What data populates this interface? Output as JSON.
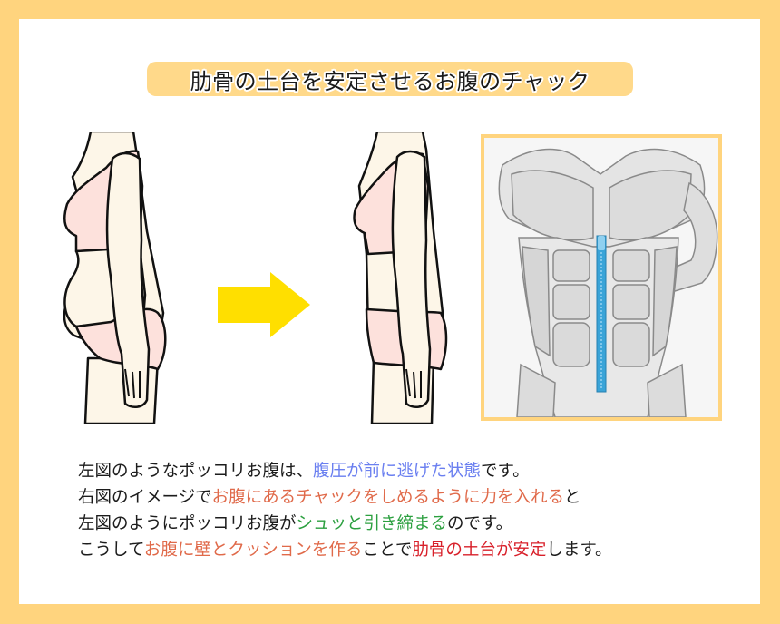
{
  "colors": {
    "frame": "#ffd47e",
    "title_bg": "#ffd98a",
    "arrow": "#ffdf00",
    "skin": "#fdf6e8",
    "underwear": "#fde1dc",
    "zipper": "#3aa4d8",
    "highlight_blue": "#6a7ff0",
    "highlight_orange": "#e06a4a",
    "highlight_green": "#2ca040",
    "highlight_red": "#d8202a"
  },
  "title": "肋骨の土台を安定させるお腹のチャック",
  "figures": {
    "before": "ポッコリお腹の横向きシルエット",
    "arrow": "right-arrow",
    "after": "引き締まったお腹の横向きシルエット",
    "anatomy": "腹筋にチャックが描かれた筋肉図"
  },
  "description": {
    "line1": {
      "a": "左図のようなポッコリお腹は、",
      "b": "腹圧が前に逃げた状態",
      "c": "です。"
    },
    "line2": {
      "a": "右図のイメージで",
      "b": "お腹にあるチャックをしめるように力を入れる",
      "c": "と"
    },
    "line3": {
      "a": "左図のようにポッコリお腹が",
      "b": "シュッと引き締まる",
      "c": "のです。"
    },
    "line4": {
      "a": "こうして",
      "b": "お腹に壁とクッションを作る",
      "c": "ことで",
      "d": "肋骨の土台が安定",
      "e": "します。"
    }
  }
}
